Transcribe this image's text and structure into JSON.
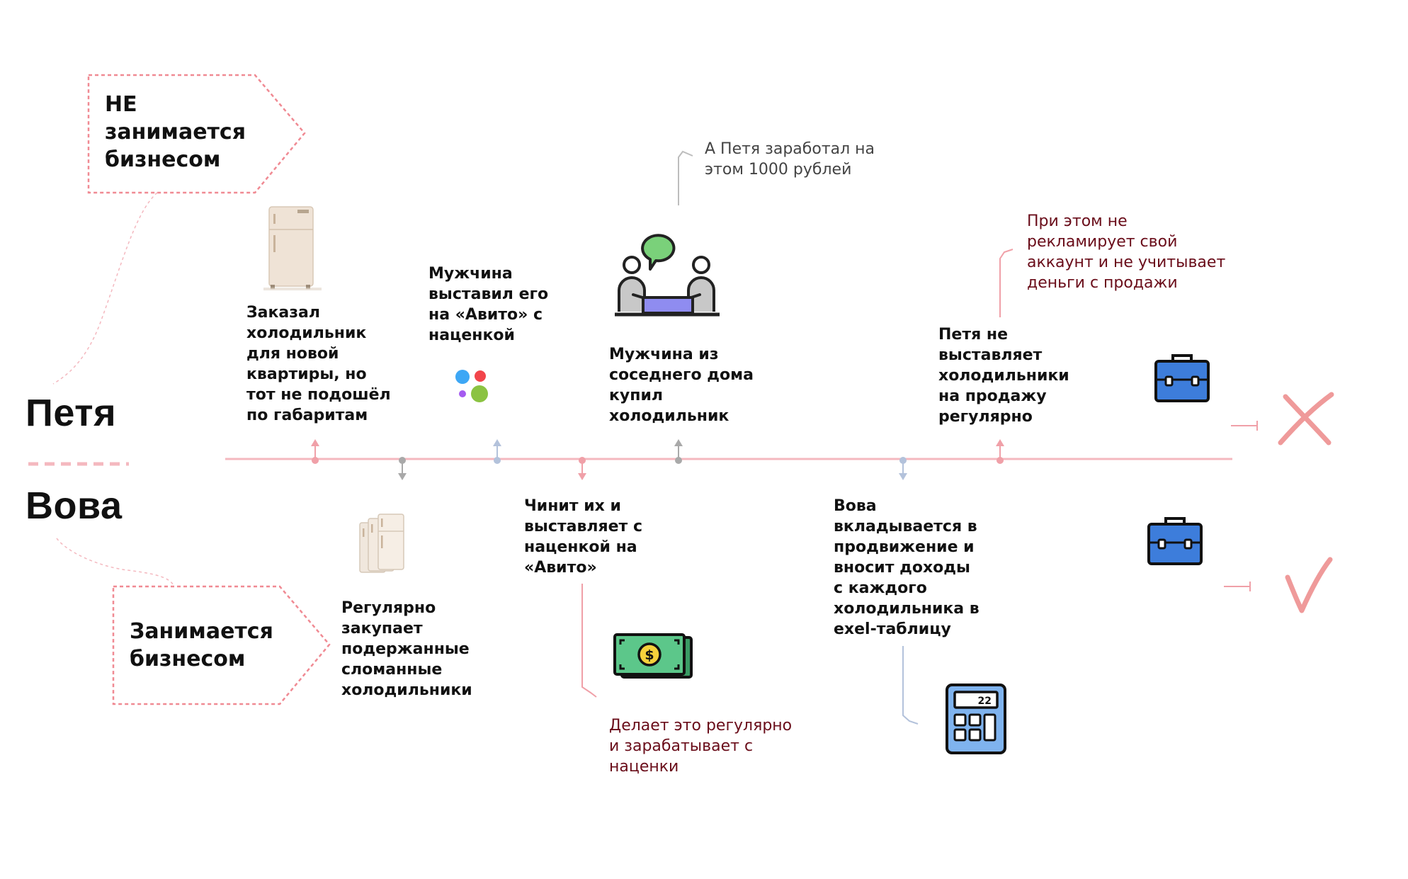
{
  "people": {
    "petya": {
      "name": "Петя",
      "tag": "НЕ\nзанимается\nбизнесом",
      "result_icon": "cross-icon"
    },
    "vova": {
      "name": "Вова",
      "tag": "Занимается\nбизнесом",
      "result_icon": "check-icon"
    }
  },
  "petya_events": [
    {
      "text": "Заказал\nхолодильник\nдля новой\nквартиры, но\nтот не подошёл\nпо габаритам",
      "icon": "fridge-icon"
    },
    {
      "text": "Мужчина\nвыставил его\nна «Авито» с\nнаценкой",
      "icon": "avito-logo-icon"
    },
    {
      "text": "Мужчина из\nсоседнего дома\nкупил\nхолодильник",
      "icon": "meeting-icon"
    },
    {
      "text": "Петя не\nвыставляет\nхолодильники\nна продажу\nрегулярно",
      "icon": "briefcase-icon"
    }
  ],
  "vova_events": [
    {
      "text": "Регулярно\nзакупает\nподержанные\nсломанные\nхолодильники",
      "icon": "fridges-icon"
    },
    {
      "text": "Чинит их и\nвыставляет с\nнаценкой на\n«Авито»",
      "icon": "money-icon"
    },
    {
      "text": "Вова\nвкладывается в\nпродвижение и\nвносит доходы\nс каждого\nхолодильника в\nexel-таблицу",
      "icon": "calculator-icon"
    }
  ],
  "notes": {
    "petya_earned": "А Петя заработал на\nэтом 1000 рублей",
    "petya_no_ads": "При этом не\nрекламирует свой\nаккаунт и не учитывает\nденьги с продажи",
    "vova_regular": "Делает это регулярно\nи зарабатывает с\nнаценки"
  },
  "calculator_display": "22",
  "colors": {
    "timeline": "#f4b8bf",
    "arrow_up": "#f0a0a8",
    "arrow_grey": "#a9a9a9",
    "arrow_blue": "#b3c2db",
    "tag_border": "#f08a93",
    "note_dark": "#6a0d1a",
    "result_mark": "#ef9a9a",
    "briefcase": "#3d7ddb"
  }
}
